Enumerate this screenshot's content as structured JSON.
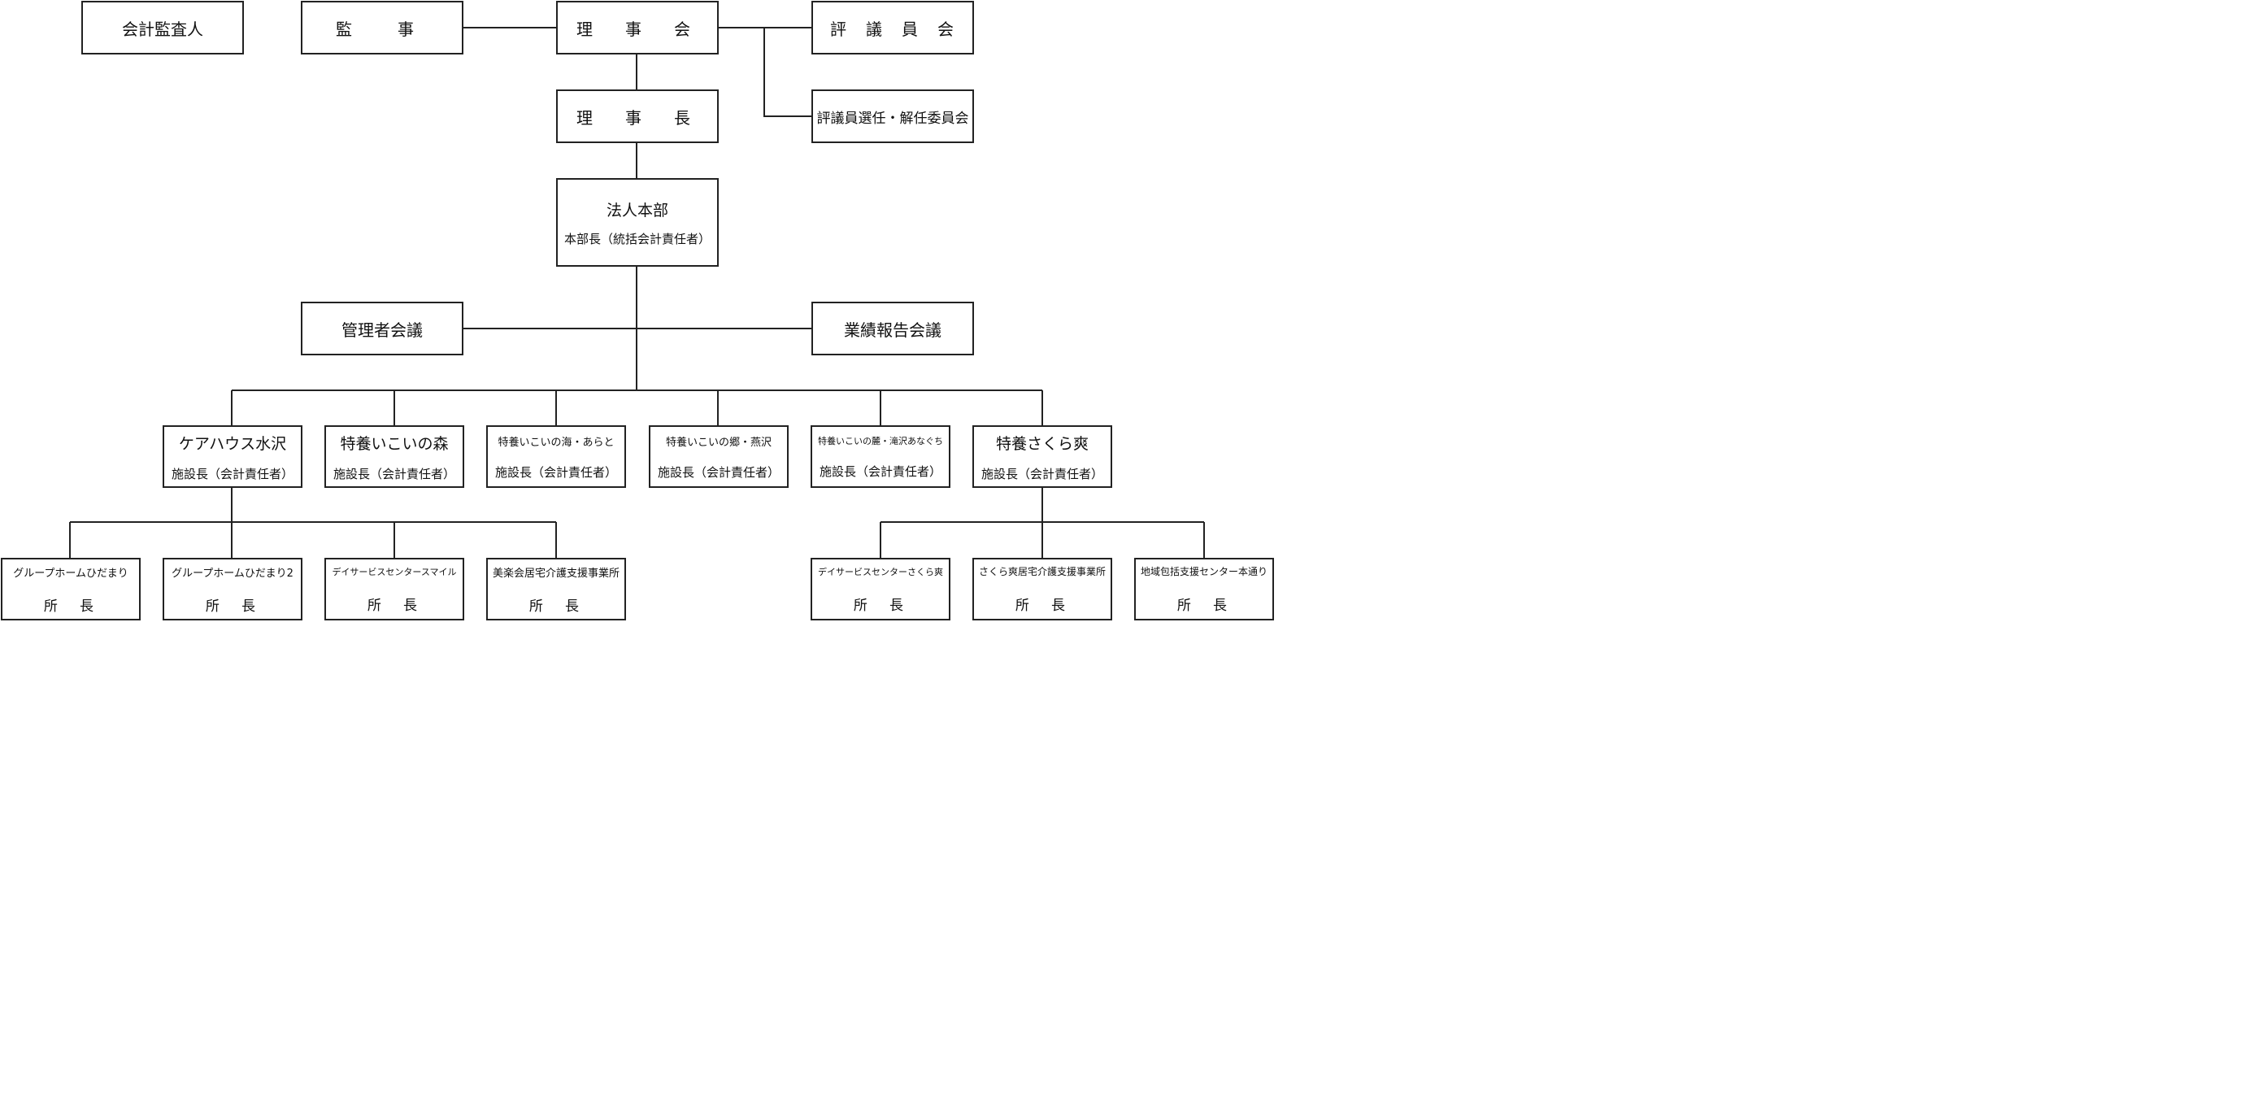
{
  "org": {
    "auditor": "会計監査人",
    "kanji": "監　事",
    "board": "理　事　会",
    "councilors": "評　議　員　会",
    "chairman": "理　事　長",
    "selection_committee": "評議員選任・解任委員会",
    "hq": {
      "name": "法人本部",
      "role": "本部長（統括会計責任者）"
    },
    "managers_meeting": "管理者会議",
    "performance_meeting": "業績報告会議",
    "facilities": [
      {
        "name": "ケアハウス水沢",
        "role": "施設長（会計責任者）"
      },
      {
        "name": "特養いこいの森",
        "role": "施設長（会計責任者）"
      },
      {
        "name": "特養いこいの海・あらと",
        "role": "施設長（会計責任者）"
      },
      {
        "name": "特養いこいの郷・燕沢",
        "role": "施設長（会計責任者）"
      },
      {
        "name": "特養いこいの麓・滝沢あなぐち",
        "role": "施設長（会計責任者）"
      },
      {
        "name": "特養さくら爽",
        "role": "施設長（会計責任者）"
      }
    ],
    "offices": [
      {
        "name": "グループホームひだまり",
        "role": "所　長"
      },
      {
        "name": "グループホームひだまり2",
        "role": "所　長"
      },
      {
        "name": "デイサービスセンタースマイル",
        "role": "所　長"
      },
      {
        "name": "美楽会居宅介護支援事業所",
        "role": "所　長"
      },
      {
        "name": "デイサービスセンターさくら爽",
        "role": "所　長"
      },
      {
        "name": "さくら爽居宅介護支援事業所",
        "role": "所　長"
      },
      {
        "name": "地域包括支援センター本通り",
        "role": "所　長"
      }
    ]
  }
}
